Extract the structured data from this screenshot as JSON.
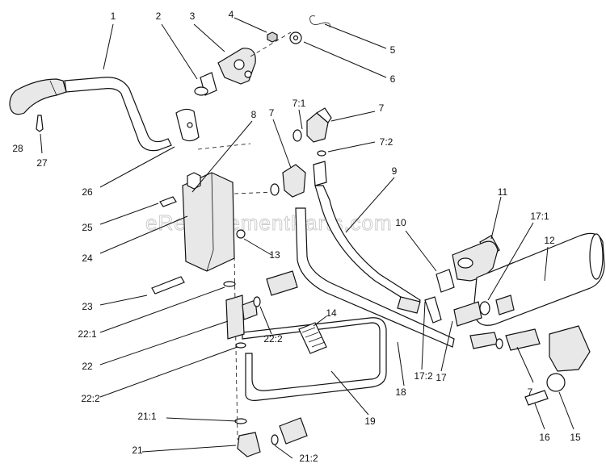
{
  "watermark": "eReplacementParts.com",
  "callouts": [
    "1",
    "2",
    "3",
    "4",
    "5",
    "6",
    "7:1",
    "7",
    "7",
    "8",
    "7:2",
    "9",
    "10",
    "11",
    "17:1",
    "12",
    "28",
    "27",
    "26",
    "25",
    "24",
    "13",
    "23",
    "22:1",
    "22",
    "22:2",
    "22:2",
    "14",
    "17",
    "17:2",
    "18",
    "19",
    "7",
    "16",
    "15",
    "21:1",
    "21",
    "21:2"
  ]
}
